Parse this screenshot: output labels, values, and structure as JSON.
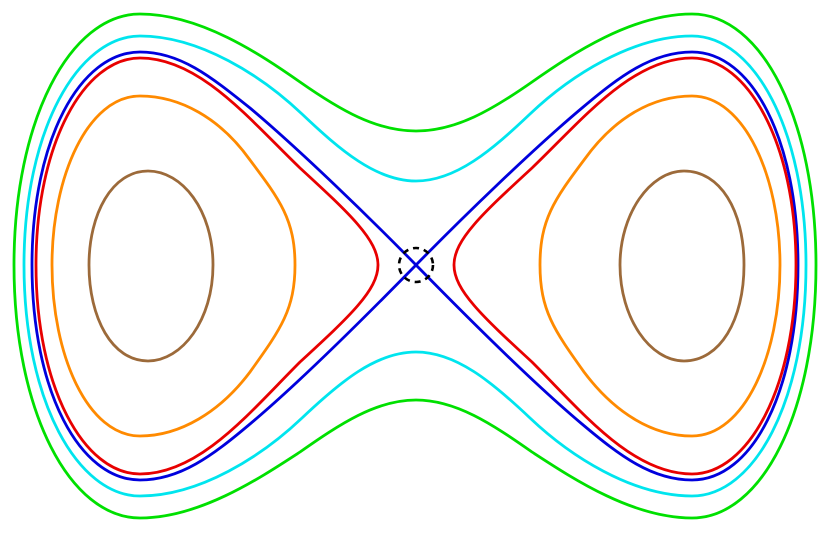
{
  "diagram": {
    "description_kind": "phase-portrait",
    "curves": [
      {
        "name": "outer-orbit-green",
        "color": "#00e000"
      },
      {
        "name": "outer-orbit-cyan",
        "color": "#00e5ee"
      },
      {
        "name": "separatrix-blue",
        "color": "#0000dd"
      },
      {
        "name": "inner-orbit-red",
        "color": "#e80000"
      },
      {
        "name": "inner-orbit-orange",
        "color": "#ff8a00"
      },
      {
        "name": "inner-orbit-brown",
        "color": "#9c6a3a"
      }
    ],
    "saddle_marker": {
      "name": "saddle-point-marker",
      "color": "#000000"
    }
  }
}
